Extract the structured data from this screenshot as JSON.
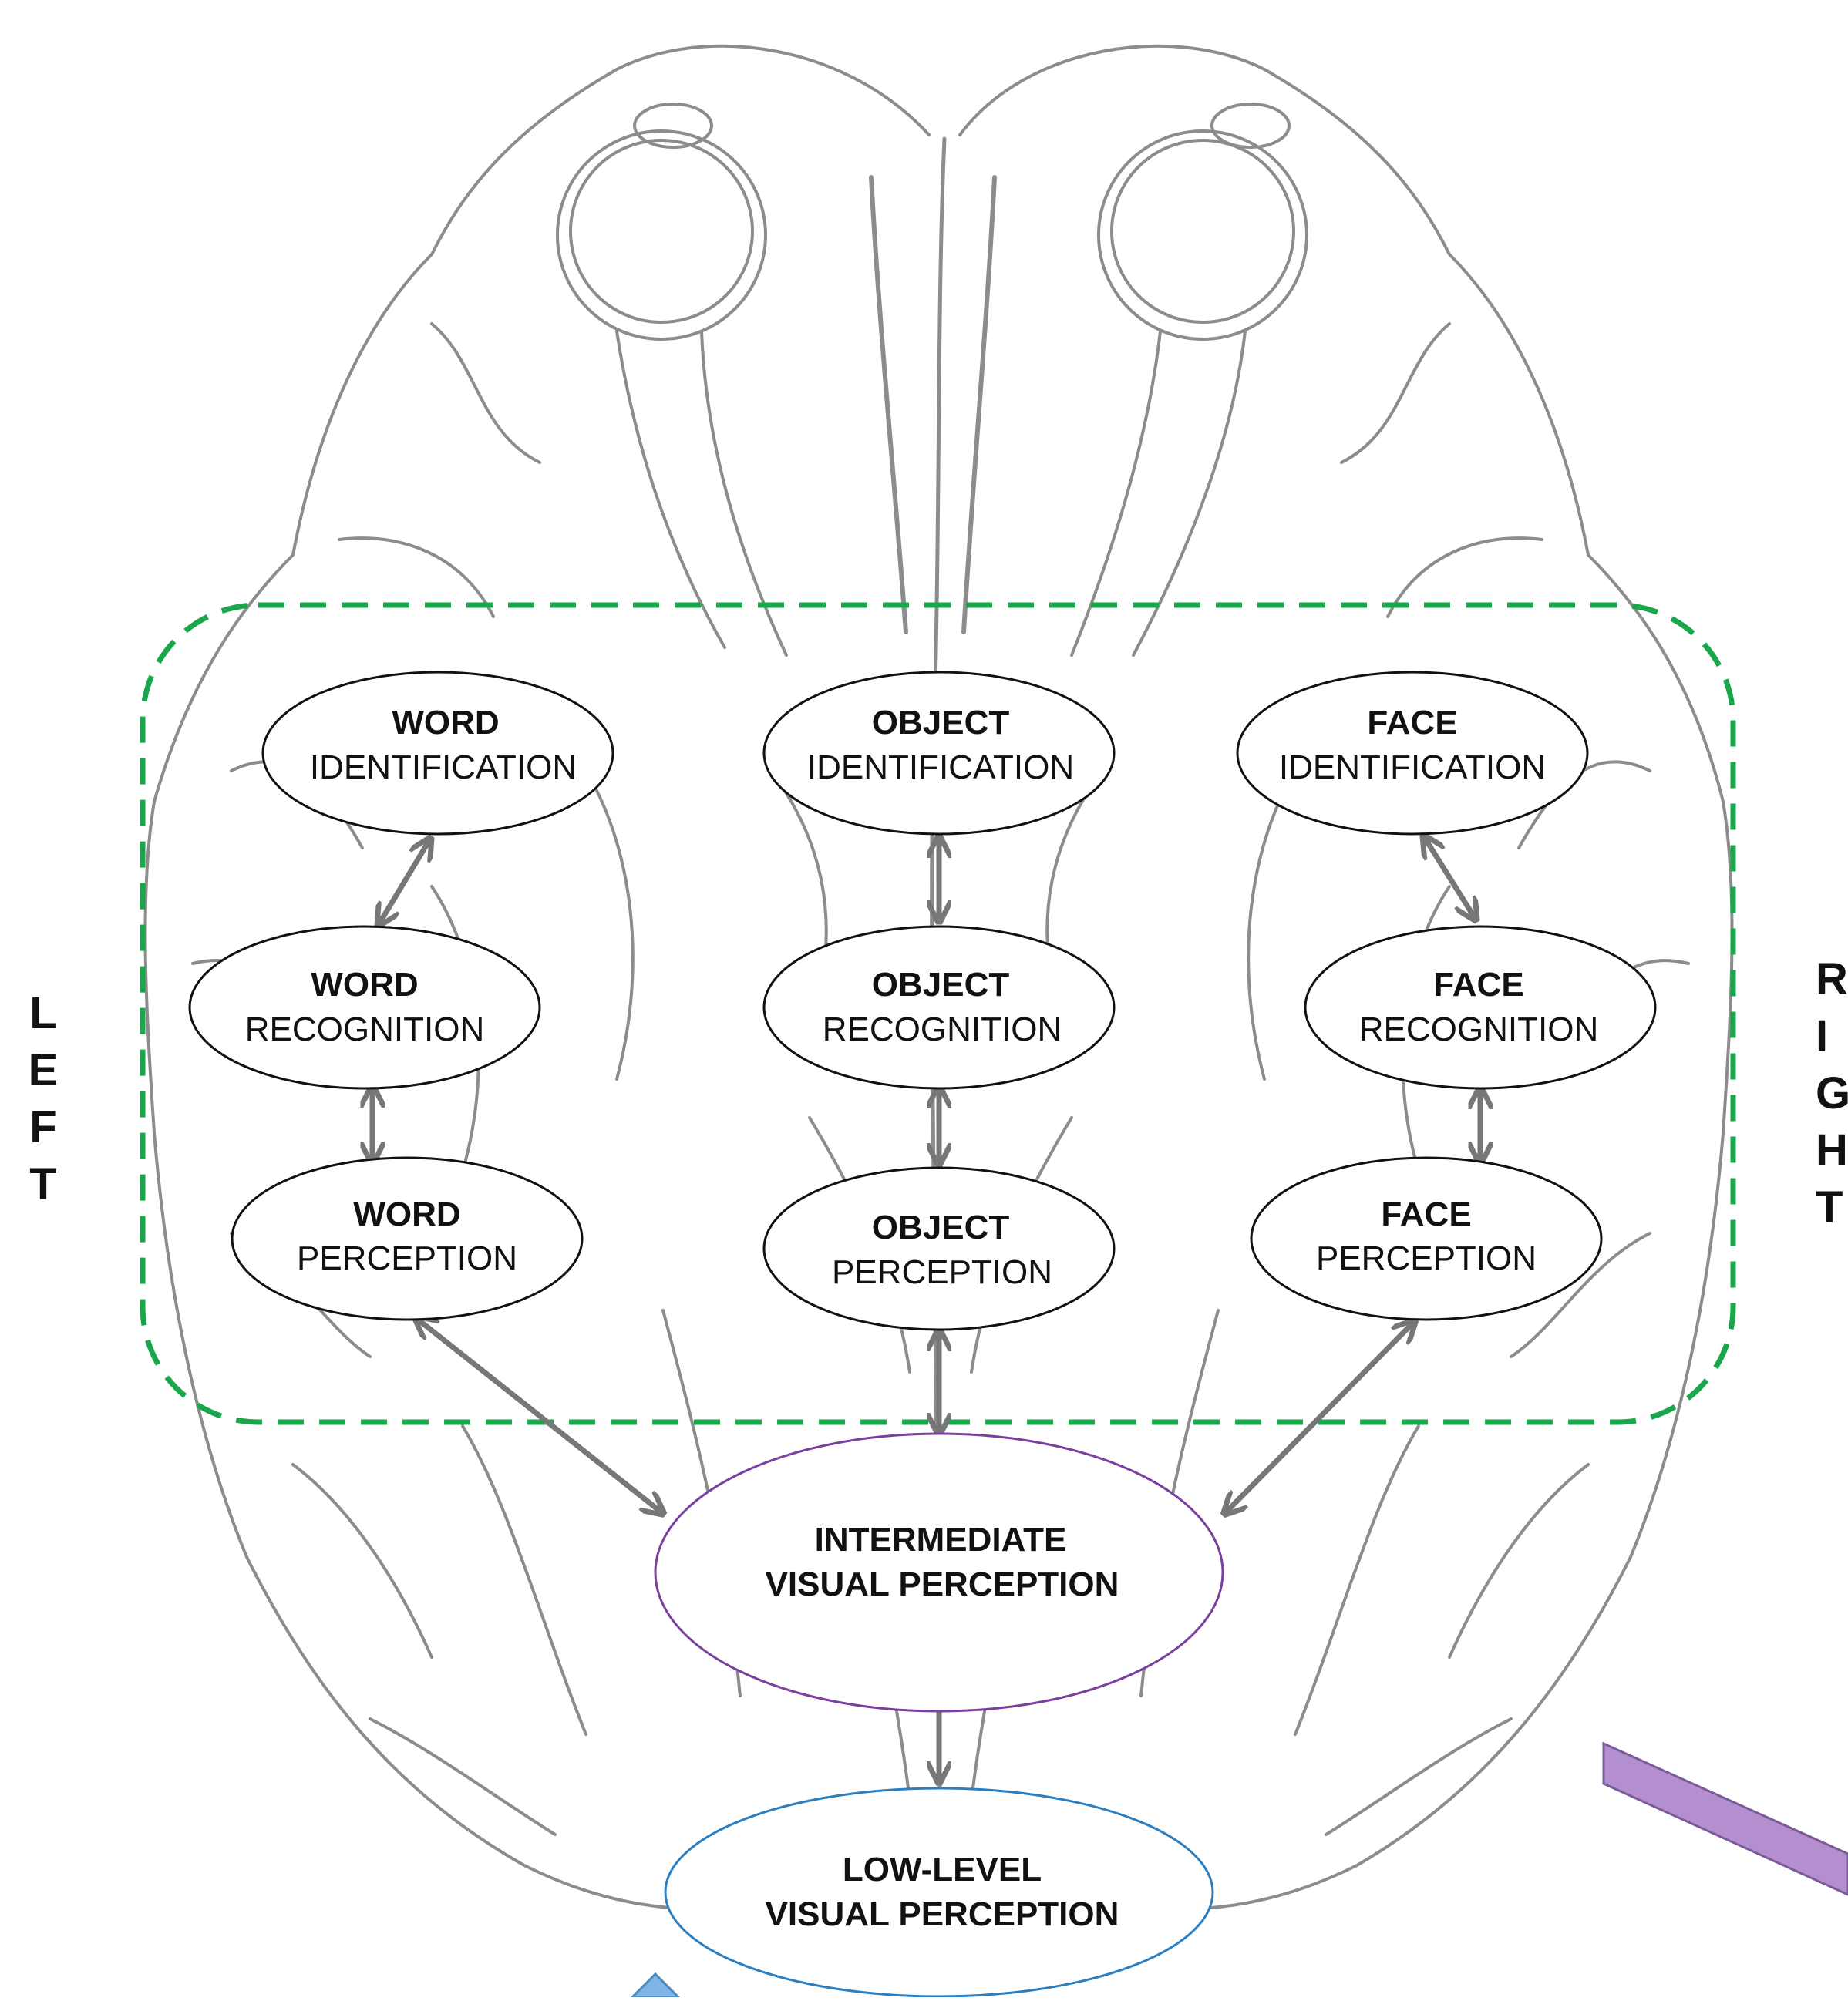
{
  "side_labels": {
    "left": [
      "L",
      "E",
      "F",
      "T"
    ],
    "right": [
      "R",
      "I",
      "G",
      "H",
      "T"
    ]
  },
  "nodes": {
    "word_identification": {
      "bold": "WORD",
      "normal": "IDENTIFICATION"
    },
    "object_identification": {
      "bold": "OBJECT",
      "normal": "IDENTIFICATION"
    },
    "face_identification": {
      "bold": "FACE",
      "normal": "IDENTIFICATION"
    },
    "word_recognition": {
      "bold": "WORD",
      "normal": "RECOGNITION"
    },
    "object_recognition": {
      "bold": "OBJECT",
      "normal": "RECOGNITION"
    },
    "face_recognition": {
      "bold": "FACE",
      "normal": "RECOGNITION"
    },
    "word_perception": {
      "bold": "WORD",
      "normal": "PERCEPTION"
    },
    "object_perception": {
      "bold": "OBJECT",
      "normal": "PERCEPTION"
    },
    "face_perception": {
      "bold": "FACE",
      "normal": "PERCEPTION"
    },
    "intermediate": {
      "line1": "INTERMEDIATE",
      "line2": "VISUAL PERCEPTION"
    },
    "low_level": {
      "line1": "LOW-LEVEL",
      "line2": "VISUAL PERCEPTION"
    }
  },
  "colors": {
    "dashed_region": "#1aa64a",
    "arrow": "#777777",
    "intermediate_border": "#7b3fa0",
    "low_level_border": "#2a7fc2",
    "purple_bar": "#b48fd0",
    "blue_shape": "#7fb6e6",
    "sketch": "#8a8a8a"
  }
}
